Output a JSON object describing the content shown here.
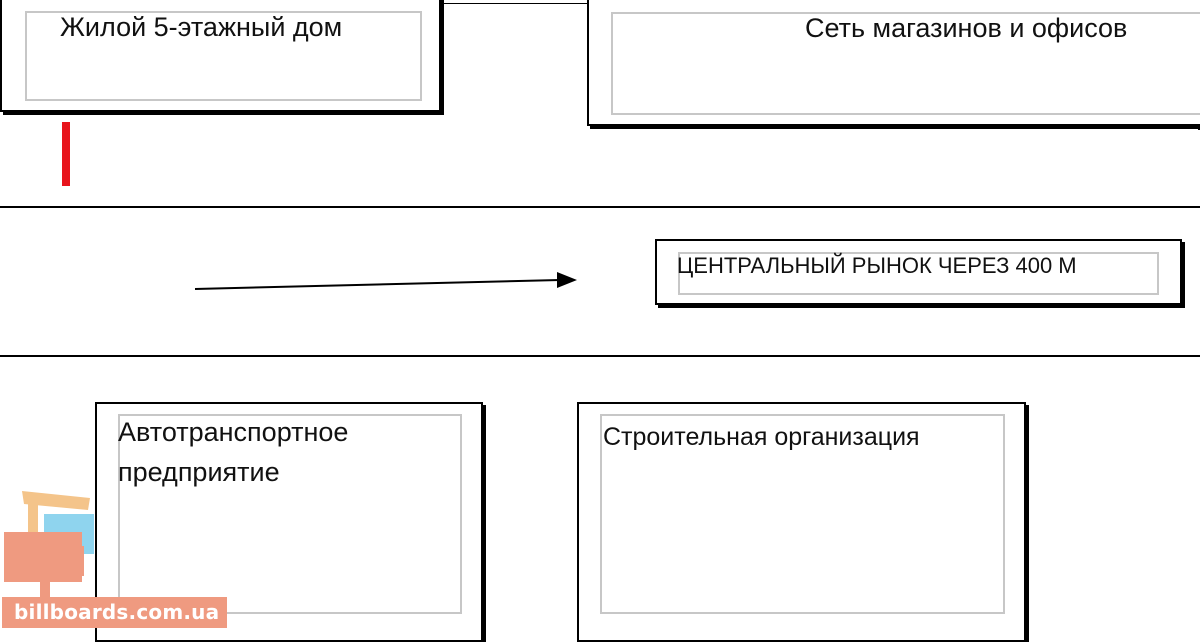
{
  "diagram": {
    "buildings": {
      "residential": "Жилой 5-этажный дом",
      "shops_offices": "Сеть магазинов и офисов",
      "transport_company_line1": "Автотранспортное",
      "transport_company_line2": "предприятие",
      "construction_company": "Строительная организация"
    },
    "billboard_text": "ЦЕНТРАЛЬНЫЙ РЫНОК ЧЕРЕЗ 400 М",
    "billboard_marker_color": "#e8141c"
  },
  "watermark": {
    "text": "billboards.com.ua",
    "color": "#ef9a80"
  }
}
